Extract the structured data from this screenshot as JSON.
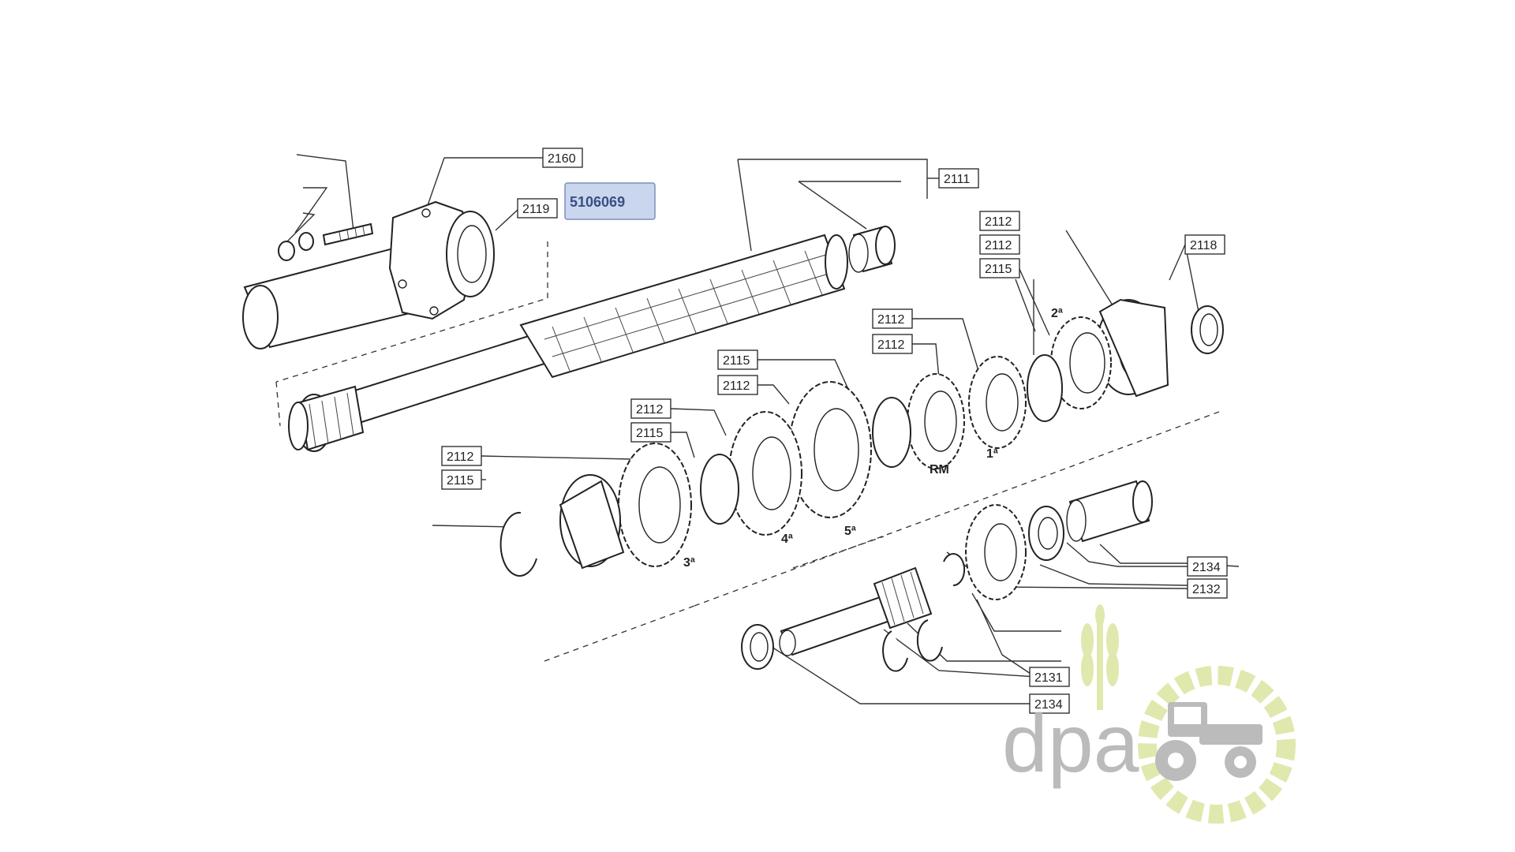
{
  "part_number": "5106069",
  "callouts": {
    "c2160": "2160",
    "c2119": "2119",
    "c2111": "2111",
    "c2112a": "2112",
    "c2112b": "2112",
    "c2115a": "2115",
    "c2118": "2118",
    "c2112c": "2112",
    "c2112d": "2112",
    "c2115b": "2115",
    "c2112e": "2112",
    "c2112f": "2112",
    "c2115c": "2115",
    "c2112g": "2112",
    "c2115d": "2115",
    "c2134a": "2134",
    "c2132": "2132",
    "c2131": "2131",
    "c2134b": "2134"
  },
  "gear_labels": {
    "g1": "1ª",
    "g2": "2ª",
    "g3": "3ª",
    "g4": "4ª",
    "g5": "5ª",
    "rm": "RM"
  },
  "logo": {
    "text": "dpa",
    "gray": "#b8b8b8",
    "green": "#dfe7a9"
  }
}
